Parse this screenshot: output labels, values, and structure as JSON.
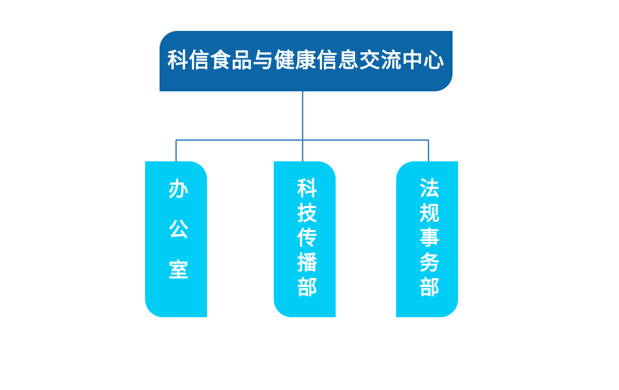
{
  "chart_data": {
    "type": "diagram",
    "diagram_type": "organizational-chart",
    "title": "科信食品与健康信息交流中心",
    "orientation": "top-down",
    "levels": 2,
    "root": {
      "label": "科信食品与健康信息交流中心",
      "fill": "#0c65a6",
      "text_color": "#ffffff"
    },
    "children": [
      {
        "label": "办公室",
        "fill": "#00cdf6",
        "text_color": "#ffffff",
        "char_count": 3
      },
      {
        "label": "科技传播部",
        "fill": "#00cdf6",
        "text_color": "#ffffff",
        "char_count": 5
      },
      {
        "label": "法规事务部",
        "fill": "#00cdf6",
        "text_color": "#ffffff",
        "char_count": 5
      }
    ],
    "connector_color": "#3a82bd",
    "background": "#ffffff"
  },
  "colors": {
    "root_fill": "#0c65a6",
    "child_fill": "#00cdf6",
    "connector": "#3a82bd",
    "text": "#ffffff",
    "background": "#ffffff"
  },
  "root": {
    "label": "科信食品与健康信息交流中心"
  },
  "departments": [
    {
      "label": "办公室"
    },
    {
      "label": "科技传播部"
    },
    {
      "label": "法规事务部"
    }
  ]
}
